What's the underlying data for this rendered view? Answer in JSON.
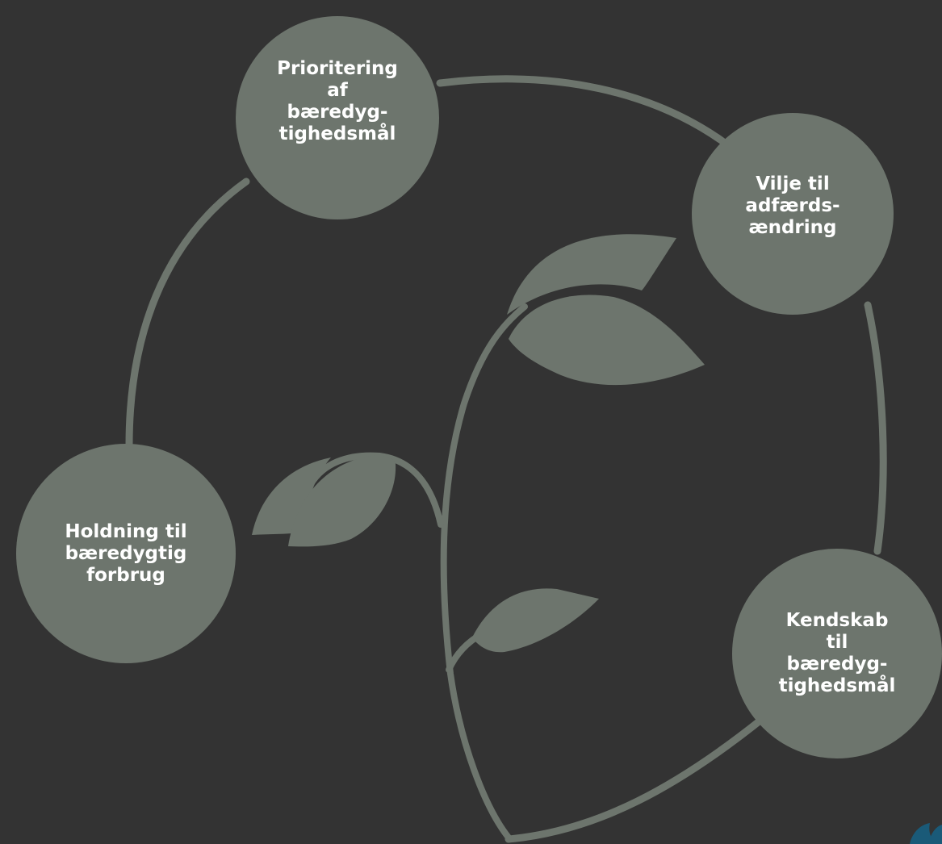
{
  "colors": {
    "background": "#333333",
    "shape": "#6d756d",
    "label": "#ffffff",
    "logo_accent": "#1a5a78"
  },
  "nodes": {
    "prioritering": {
      "label": "Prioritering\naf\nbæredyg-\ntighedsmål"
    },
    "vilje": {
      "label": "Vilje til\nadfærds-\nændring"
    },
    "holdning": {
      "label": "Holdning til\nbæredygtig\nforbrug"
    },
    "kendskab": {
      "label": "Kendskab\ntil\nbæredyg-\ntighedsmål"
    }
  },
  "decorations": {
    "cycle_ring": "curved-arrow-ring",
    "plant": "vine-with-leaves",
    "corner_logo": "logo-mark"
  }
}
